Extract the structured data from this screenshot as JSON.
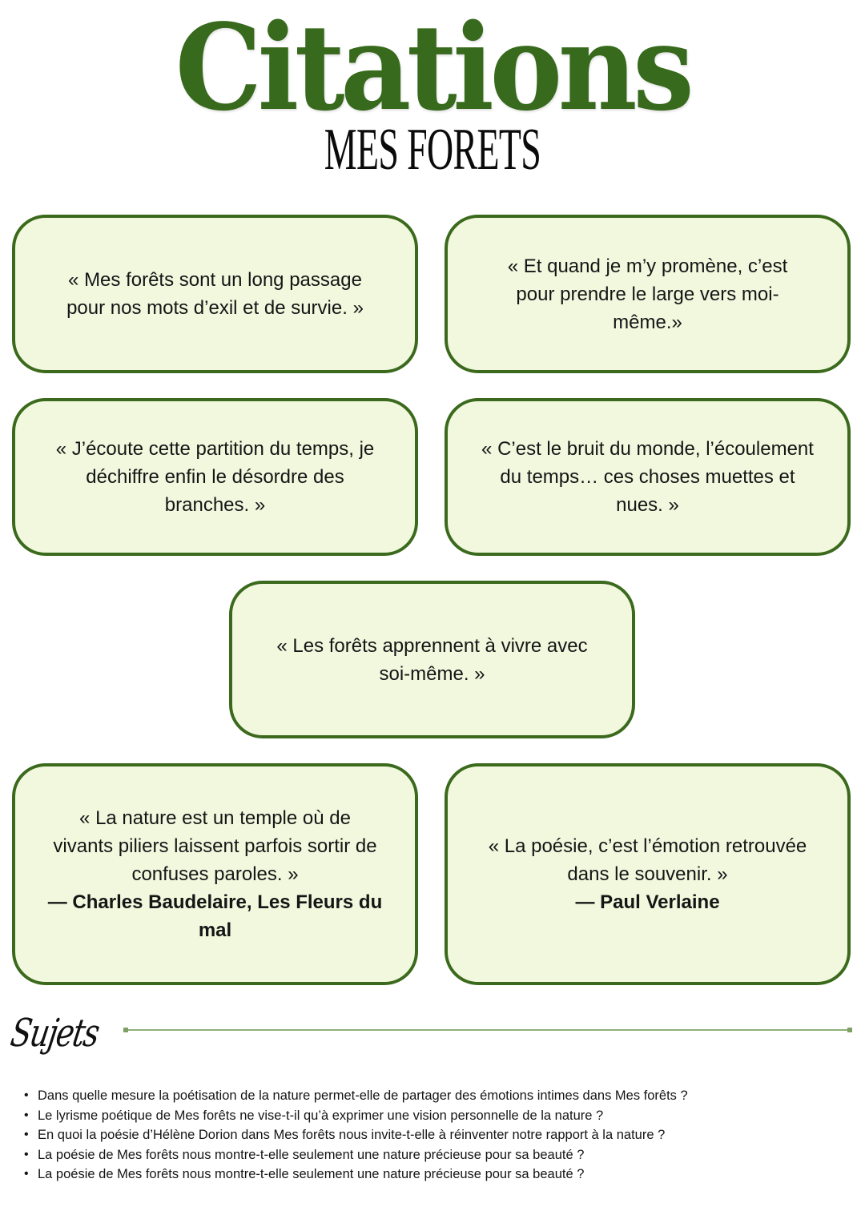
{
  "header": {
    "title": "Citations",
    "subtitle": "MES FORETS",
    "title_color": "#376a1c"
  },
  "quotes": [
    {
      "text": "« Mes forêts sont un long passage pour nos mots d’exil et de survie. »",
      "author": ""
    },
    {
      "text": "« Et quand je m’y promène, c’est pour prendre le large vers moi-même.»",
      "author": ""
    },
    {
      "text": "« J’écoute cette partition du temps, je déchiffre enfin le désordre des branches. »",
      "author": ""
    },
    {
      "text": "« C’est le bruit du monde, l’écoulement du temps… ces choses muettes et nues. »",
      "author": ""
    },
    {
      "text": "« Les forêts apprennent à vivre avec soi-même. »",
      "author": ""
    },
    {
      "text": "« La nature est un temple où de vivants piliers laissent parfois sortir de confuses paroles. »",
      "author": "— Charles Baudelaire, Les Fleurs du mal"
    },
    {
      "text": "« La poésie, c’est l’émotion retrouvée dans le souvenir. »",
      "author": "— Paul Verlaine"
    }
  ],
  "quote_box_style": {
    "fill": "#f1f8de",
    "border": "#3b6a1d"
  },
  "sujets": {
    "heading": "Sujets",
    "divider_color": "#8fb078",
    "bullet": "•",
    "items": [
      "Dans quelle mesure la poétisation de la nature permet-elle de partager des émotions intimes dans Mes forêts ?",
      "Le lyrisme poétique de Mes forêts ne vise-t-il qu’à exprimer une vision personnelle de la nature ?",
      "En quoi la poésie d’Hélène Dorion dans Mes forêts nous invite-t-elle à réinventer notre rapport à la nature ?",
      "La poésie de Mes forêts nous montre-t-elle seulement une nature précieuse pour sa beauté ?",
      "La poésie de Mes forêts nous montre-t-elle seulement une nature précieuse pour sa beauté ?"
    ]
  }
}
